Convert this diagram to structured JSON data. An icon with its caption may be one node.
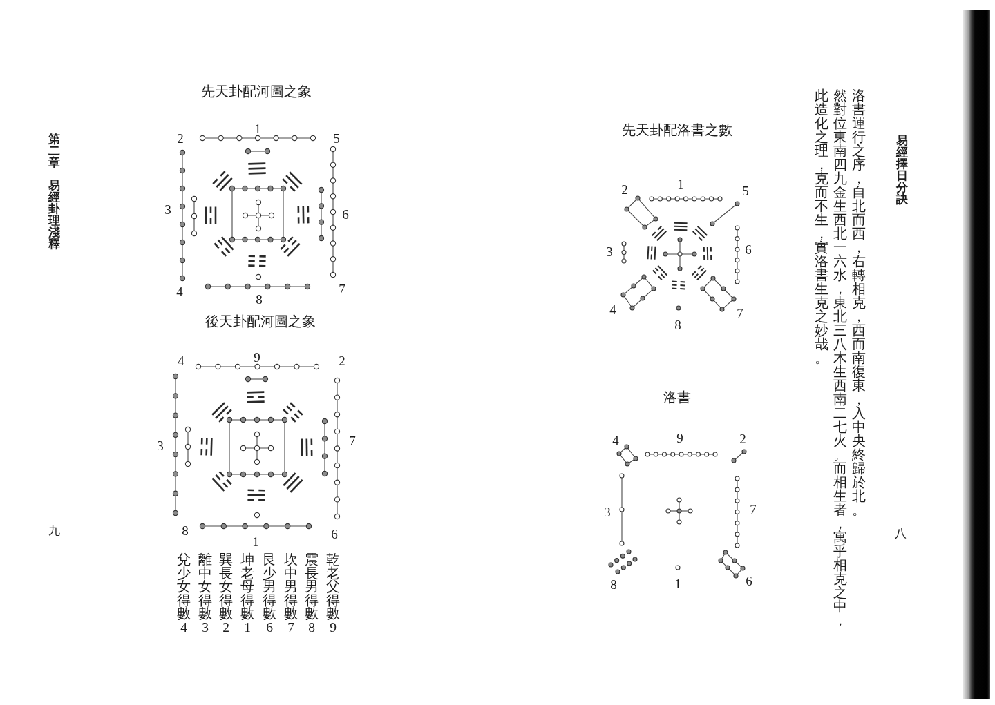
{
  "diagram": {
    "labels": [
      "易經擇日分訣",
      "洛書運行之序，自北而西，右轉相克，西而南復東，入中央終歸於北。",
      "然對位東南四九金生西北一六水，東北三八木生西南二七火。而相生者，寓乎相克之中，此造化之理，克而不生，實洛書生克之妙哉。",
      "先天卦配洛書之數",
      "2",
      "1",
      "5",
      "3",
      "6",
      "4",
      "8",
      "7",
      "洛書",
      "4",
      "9",
      "2",
      "3",
      "7",
      "8",
      "1",
      "6",
      "八",
      "第二章",
      "易經卦理淺釋",
      "先天卦配河圖之象",
      "2",
      "1",
      "5",
      "3",
      "6",
      "4",
      "8",
      "7",
      "後天卦配河圖之象",
      "4",
      "9",
      "2",
      "3",
      "7",
      "8",
      "1",
      "6",
      "乾老父得數9",
      "震長男得數8",
      "坎中男得數7",
      "艮少男得數6",
      "坤老母得數1",
      "巽長女得數2",
      "離中女得數3",
      "兌少女得數4",
      "九"
    ]
  }
}
